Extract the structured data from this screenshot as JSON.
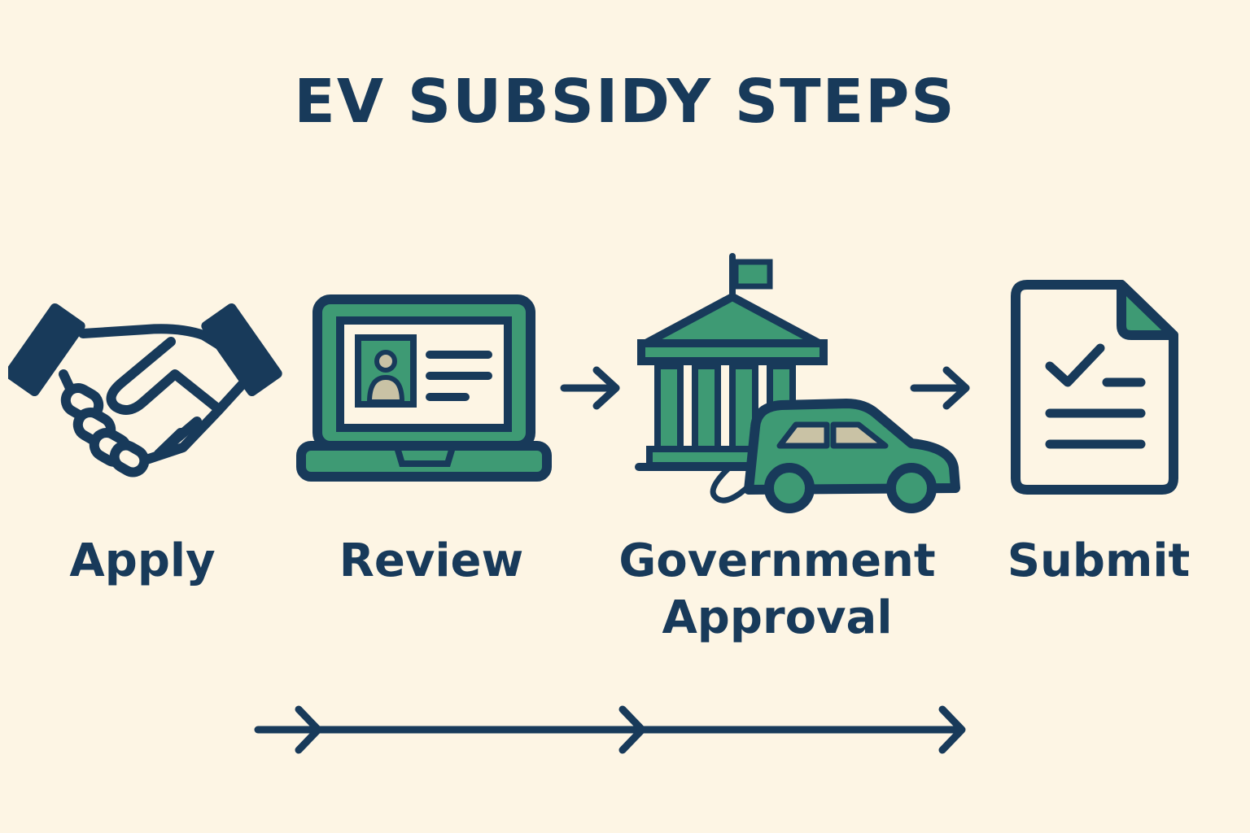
{
  "title": "EV SUBSIDY STEPS",
  "colors": {
    "background": "#fdf5e4",
    "navy": "#183a5a",
    "green": "#3e9a74",
    "beige": "#c9c2a5"
  },
  "steps": [
    {
      "label": "Apply",
      "icon": "handshake-icon"
    },
    {
      "label": "Review",
      "icon": "laptop-profile-icon"
    },
    {
      "label_line1": "Government",
      "label_line2": "Approval",
      "icon": "government-building-car-icon"
    },
    {
      "label": "Submit",
      "icon": "checklist-document-icon"
    }
  ]
}
